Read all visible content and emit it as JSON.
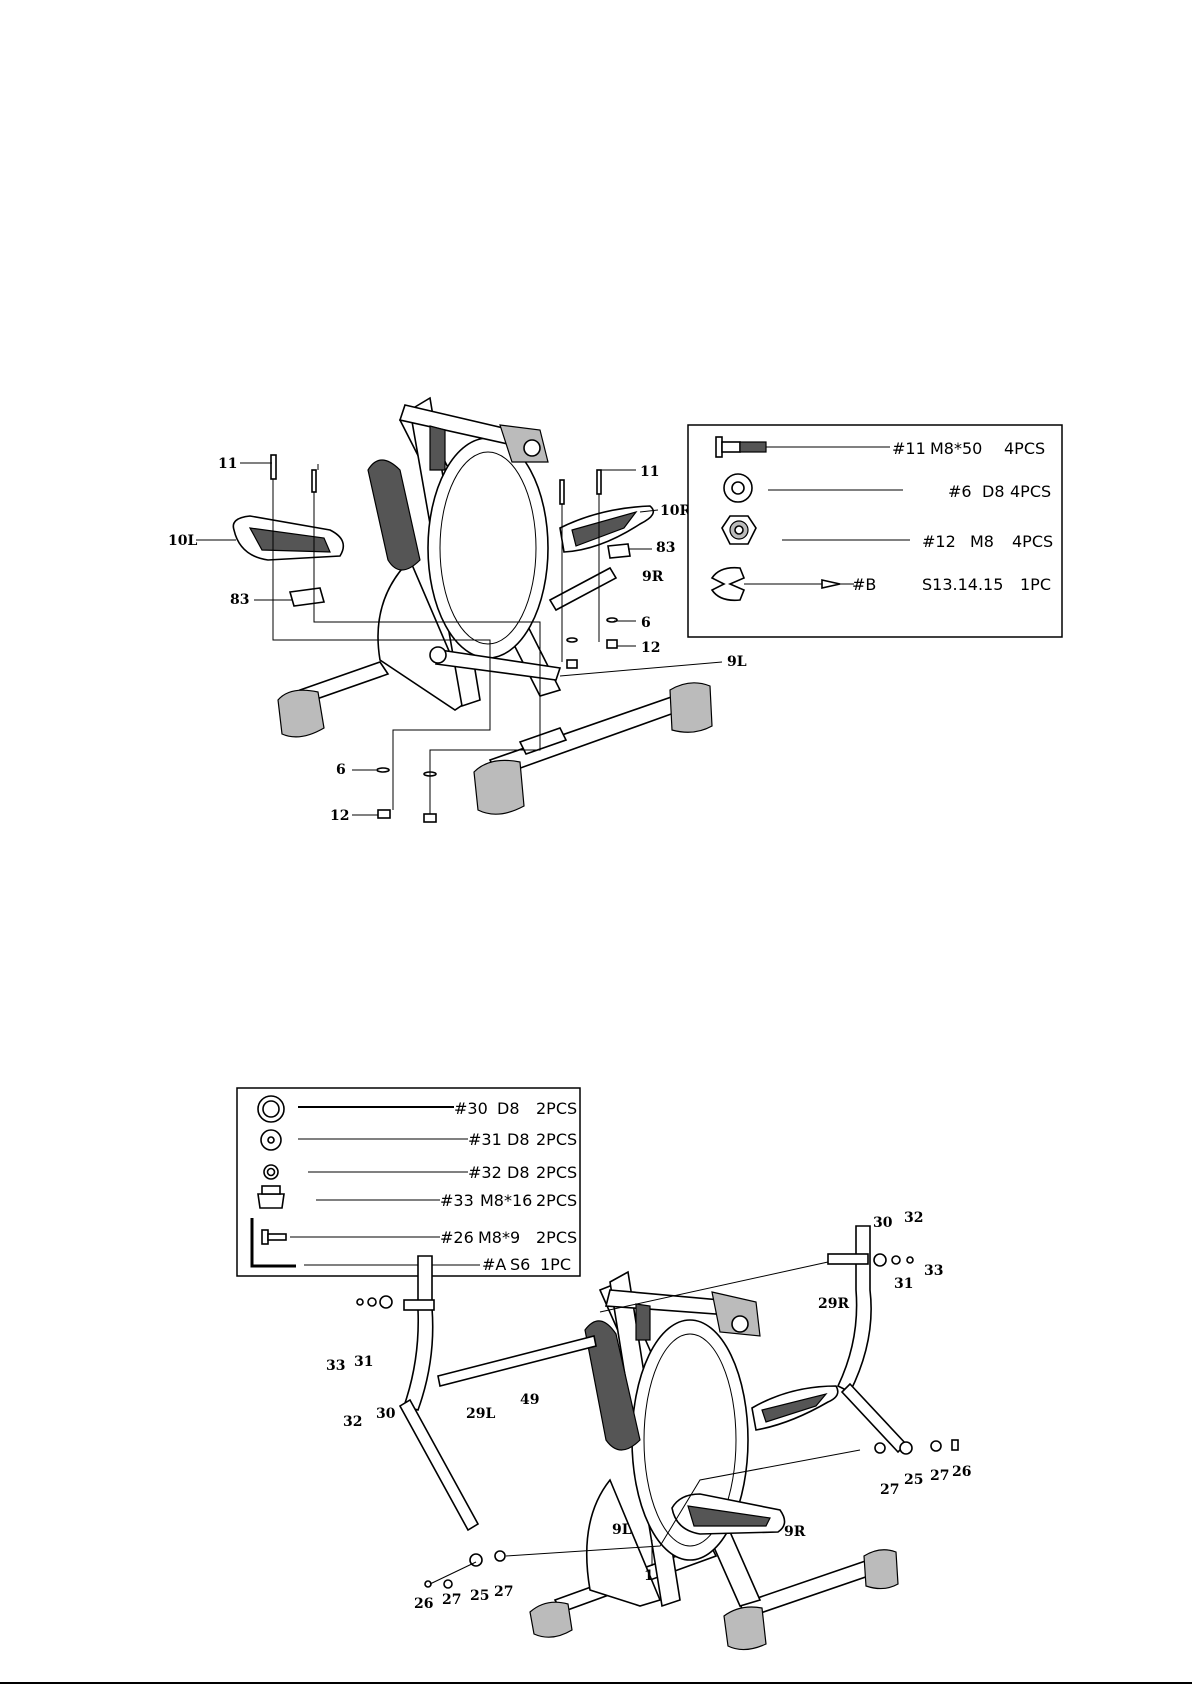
{
  "figure1": {
    "callouts": {
      "c11_left": "11",
      "c11_right": "11",
      "c10L": "10L",
      "c10R": "10R",
      "c83_left": "83",
      "c83_right": "83",
      "c9R": "9R",
      "c6_right": "6",
      "c12_right": "12",
      "c9L": "9L",
      "c6_bottom": "6",
      "c12_bottom": "12"
    },
    "hardware": [
      {
        "id": "#11",
        "spec": "M8*50",
        "qty": "4PCS",
        "icon": "bolt-icon"
      },
      {
        "id": "#6",
        "spec": "D8",
        "qty": "4PCS",
        "icon": "washer-icon"
      },
      {
        "id": "#12",
        "spec": "M8",
        "qty": "4PCS",
        "icon": "nut-icon"
      },
      {
        "id": "#B",
        "spec": "S13.14.15",
        "qty": "1PC",
        "icon": "wrench-icon"
      }
    ]
  },
  "figure2": {
    "hardware": [
      {
        "id": "#30",
        "spec": "D8",
        "qty": "2PCS",
        "icon": "washer-icon"
      },
      {
        "id": "#31",
        "spec": "D8",
        "qty": "2PCS",
        "icon": "washer-icon"
      },
      {
        "id": "#32",
        "spec": "D8",
        "qty": "2PCS",
        "icon": "spring-washer-icon"
      },
      {
        "id": "#33",
        "spec": "M8*16",
        "qty": "2PCS",
        "icon": "bolt-icon"
      },
      {
        "id": "#26",
        "spec": "M8*9",
        "qty": "2PCS",
        "icon": "bolt-icon"
      },
      {
        "id": "#A",
        "spec": "S6",
        "qty": "1PC",
        "icon": "allen-key-icon"
      }
    ],
    "callouts": {
      "c30_r": "30",
      "c32_r": "32",
      "c31_r": "31",
      "c33_r": "33",
      "c29R": "29R",
      "c33_l": "33",
      "c31_l": "31",
      "c32_l": "32",
      "c30_l": "30",
      "c49": "49",
      "c29L": "29L",
      "c9L": "9L",
      "c9R": "9R",
      "c27_r1": "27",
      "c25_r": "25",
      "c27_r2": "27",
      "c26_r": "26",
      "c26_l": "26",
      "c27_l1": "27",
      "c25_l": "25",
      "c27_l2": "27",
      "c1": "1"
    }
  },
  "footer": {
    "mark": "."
  }
}
